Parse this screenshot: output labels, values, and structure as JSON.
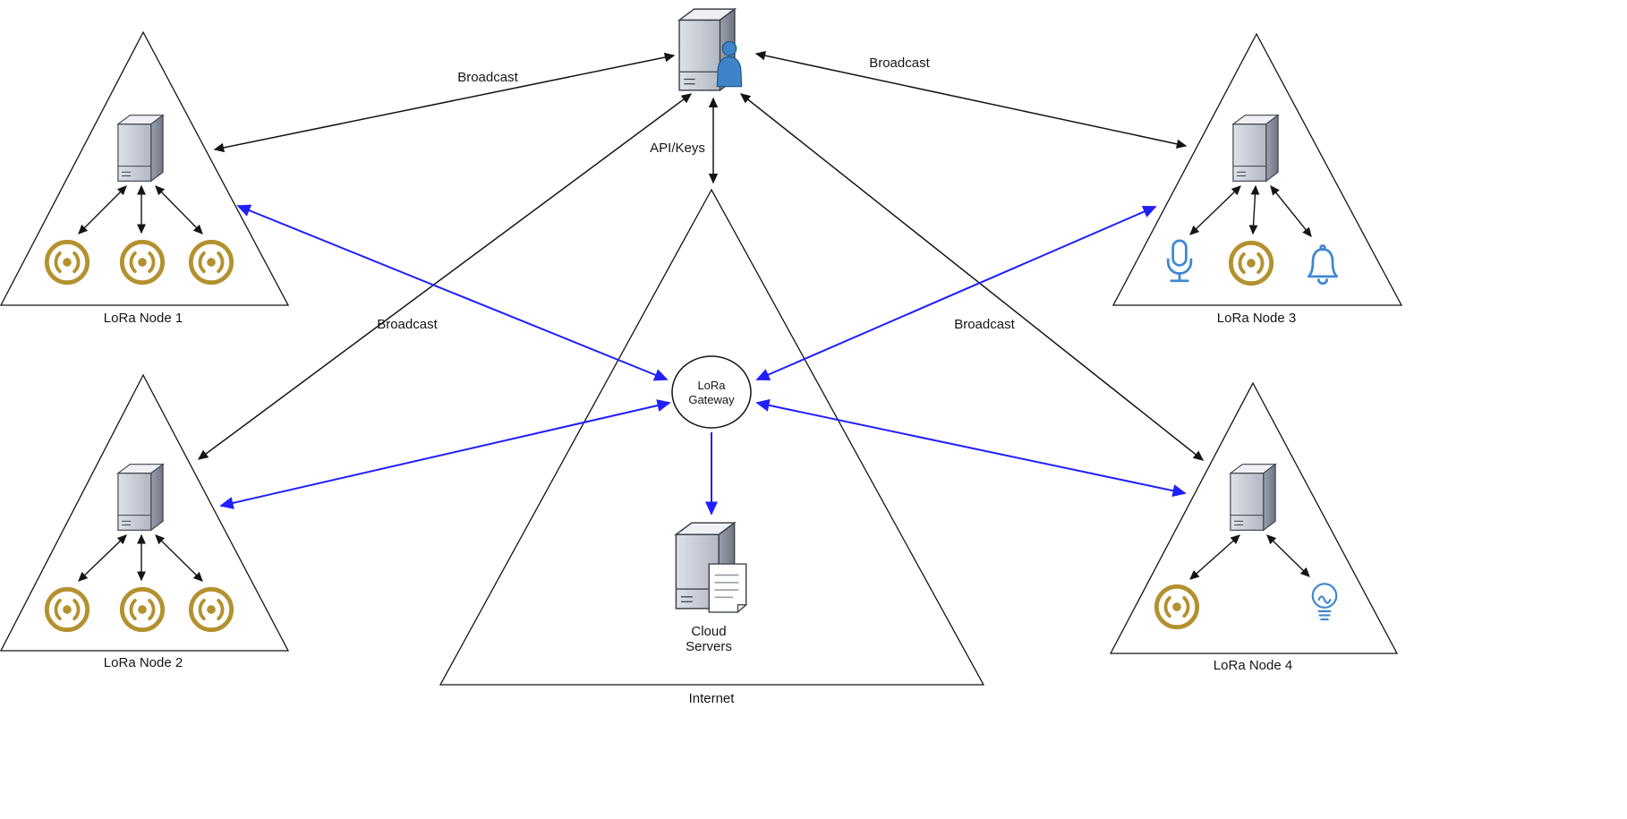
{
  "diagram": {
    "colors": {
      "background": "#ffffff",
      "edge_black": "#141414",
      "edge_blue": "#1f1fff",
      "radio_gold": "#b3912f",
      "device_blue": "#3f87d2",
      "person_blue": "#3d85c8"
    },
    "nodes": [
      {
        "label": "LoRa Node 1"
      },
      {
        "label": "LoRa Node 2"
      },
      {
        "label": "LoRa Node 3"
      },
      {
        "label": "LoRa Node 4"
      }
    ],
    "internet_label": "Internet",
    "gateway": {
      "line1": "LoRa",
      "line2": "Gateway"
    },
    "cloud": {
      "line1": "Cloud",
      "line2": "Servers"
    },
    "edge_labels": {
      "broadcast_nw": "Broadcast",
      "broadcast_ne": "Broadcast",
      "broadcast_sw": "Broadcast",
      "broadcast_se": "Broadcast",
      "api_keys": "API/Keys"
    }
  }
}
